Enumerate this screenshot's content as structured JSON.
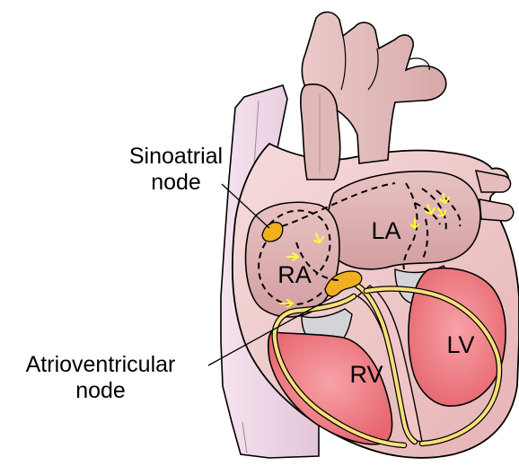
{
  "labels": {
    "sinoatrial_node": "Sinoatrial node",
    "atrioventricular_node": "Atrioventricular node",
    "right_atrium": "RA",
    "left_atrium": "LA",
    "left_ventricle": "LV",
    "right_ventricle": "RV"
  },
  "colors": {
    "outline": "#000000",
    "vessel": "#e8c4c4",
    "vessel_shade": "#d9aeae",
    "wall_outer": "#f2d0d0",
    "pericardium": "#f0dcea",
    "atrium_fill": "#dcb0b2",
    "ventricle_fill": "#ee7f86",
    "ventricle_inner": "#f0b3b5",
    "valve": "#cfcfd2",
    "node": "#f0b020",
    "conduction": "#f8e07a",
    "signal_arrow": "#ffff33"
  }
}
